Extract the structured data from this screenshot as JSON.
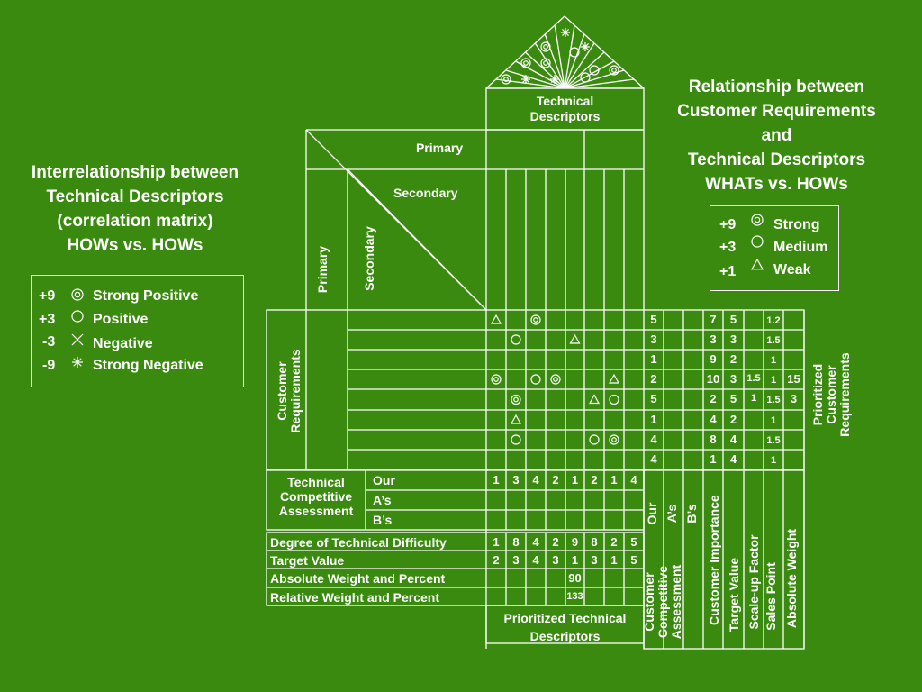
{
  "left_title": [
    "Interrelationship between",
    "Technical Descriptors",
    "(correlation matrix)",
    "HOWs vs. HOWs"
  ],
  "right_title": [
    "Relationship between",
    "Customer Requirements",
    "and",
    "Technical Descriptors",
    "WHATs vs. HOWs"
  ],
  "left_legend": [
    {
      "value": "+9",
      "symbol": "double-circle",
      "label": "Strong Positive"
    },
    {
      "value": "+3",
      "symbol": "circle",
      "label": "Positive"
    },
    {
      "value": "-3",
      "symbol": "x",
      "label": "Negative"
    },
    {
      "value": "-9",
      "symbol": "asterisk",
      "label": "Strong Negative"
    }
  ],
  "right_legend": [
    {
      "value": "+9",
      "symbol": "double-circle",
      "label": "Strong"
    },
    {
      "value": "+3",
      "symbol": "circle",
      "label": "Medium"
    },
    {
      "value": "+1",
      "symbol": "triangle",
      "label": "Weak"
    }
  ],
  "headers": {
    "technical_descriptors": [
      "Technical",
      "Descriptors"
    ],
    "primary": "Primary",
    "secondary": "Secondary",
    "primary_vertical": "Primary",
    "secondary_vertical": "Secondary",
    "customer_requirements": [
      "Customer",
      "Requirements"
    ],
    "prioritized_customer_requirements": [
      "Prioritized",
      "Customer",
      "Requirements"
    ],
    "technical_competitive_assessment": [
      "Technical",
      "Competitive",
      "Assessment"
    ],
    "prioritized_technical_descriptors": [
      "Prioritized Technical",
      "Descriptors"
    ],
    "customer_competitive_assessment": [
      "Customer",
      "Competitive",
      "Assessment"
    ]
  },
  "assessment_rows": [
    "Our",
    "A’s",
    "B’s"
  ],
  "bottom_rows": [
    "Degree of Technical Difficulty",
    "Target Value",
    "Absolute Weight and Percent",
    "Relative Weight and Percent"
  ],
  "right_columns": [
    "Our",
    "A’s",
    "B’s",
    "Customer Importance",
    "Target Value",
    "Scale-up Factor",
    "Sales Point",
    "Absolute Weight"
  ],
  "matrix_symbols": [
    {
      "row": 0,
      "col": 0,
      "symbol": "triangle"
    },
    {
      "row": 0,
      "col": 2,
      "symbol": "double-circle"
    },
    {
      "row": 1,
      "col": 1,
      "symbol": "circle"
    },
    {
      "row": 1,
      "col": 4,
      "symbol": "triangle"
    },
    {
      "row": 3,
      "col": 0,
      "symbol": "double-circle"
    },
    {
      "row": 3,
      "col": 2,
      "symbol": "circle"
    },
    {
      "row": 3,
      "col": 3,
      "symbol": "double-circle"
    },
    {
      "row": 3,
      "col": 6,
      "symbol": "triangle"
    },
    {
      "row": 4,
      "col": 1,
      "symbol": "double-circle"
    },
    {
      "row": 4,
      "col": 5,
      "symbol": "triangle"
    },
    {
      "row": 4,
      "col": 6,
      "symbol": "circle"
    },
    {
      "row": 5,
      "col": 1,
      "symbol": "triangle"
    },
    {
      "row": 6,
      "col": 1,
      "symbol": "circle"
    },
    {
      "row": 6,
      "col": 5,
      "symbol": "circle"
    },
    {
      "row": 6,
      "col": 6,
      "symbol": "double-circle"
    }
  ],
  "customer_assessment": {
    "our": [
      "5",
      "3",
      "1",
      "2",
      "5",
      "1",
      "4",
      "4"
    ],
    "importance": [
      "7",
      "3",
      "9",
      "10",
      "2",
      "4",
      "8",
      "1"
    ],
    "target": [
      "5",
      "3",
      "2",
      "3",
      "5",
      "2",
      "4",
      "4"
    ],
    "scale_up": [
      "",
      "",
      "",
      "1.5",
      "1",
      "",
      "",
      ""
    ],
    "sales_point": [
      "1.2",
      "1.5",
      "1",
      "1",
      "1.5",
      "1",
      "1.5",
      "1"
    ],
    "absolute_weight": [
      "",
      "",
      "",
      "15",
      "3",
      "",
      "",
      ""
    ]
  },
  "technical_our": [
    "1",
    "3",
    "4",
    "2",
    "1",
    "2",
    "1",
    "4"
  ],
  "difficulty": [
    "1",
    "8",
    "4",
    "2",
    "9",
    "8",
    "2",
    "5"
  ],
  "target_values": [
    "2",
    "3",
    "4",
    "3",
    "1",
    "3",
    "1",
    "5"
  ],
  "absolute_weight_value": "90",
  "relative_weight_value": "133",
  "roof_symbols": [
    {
      "symbol": "double-circle"
    },
    {
      "symbol": "double-circle"
    },
    {
      "symbol": "double-circle"
    },
    {
      "symbol": "asterisk"
    },
    {
      "symbol": "double-circle"
    },
    {
      "symbol": "circle"
    },
    {
      "symbol": "asterisk"
    },
    {
      "symbol": "circle"
    },
    {
      "symbol": "asterisk"
    },
    {
      "symbol": "circle"
    },
    {
      "symbol": "double-circle"
    },
    {
      "symbol": "asterisk"
    }
  ]
}
